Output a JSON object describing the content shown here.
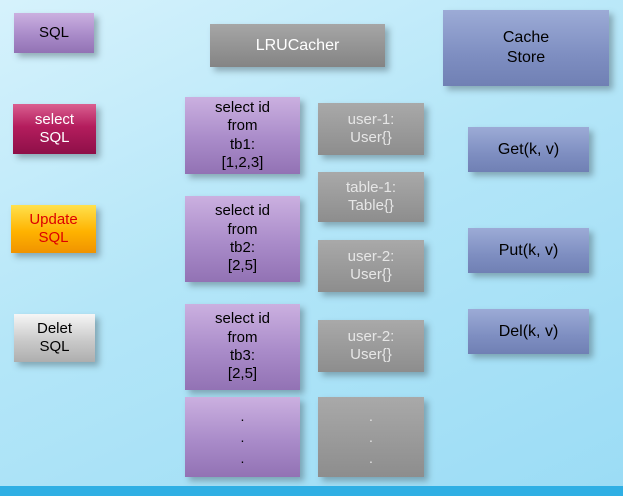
{
  "title": "SQL LRU cache diagram",
  "colors": {
    "background_top": "#d6f2fc",
    "background_bottom": "#9bdcf5",
    "footer_strip": "#2fafe4",
    "purple_box": "#a98bc9",
    "magenta_box": "#b41d5d",
    "orange_box": "#ffb300",
    "silver_box": "#cacaca",
    "gray_box": "#8d8d8d",
    "periwinkle_box": "#7e8ec1"
  },
  "boxes": {
    "sql": "SQL",
    "lru_cacher": "LRUCacher",
    "cache_store": "Cache\nStore",
    "select_sql": "select\nSQL",
    "update_sql": "Update\nSQL",
    "delete_sql": "Delet\nSQL"
  },
  "queries": [
    "select id\nfrom\ntb1:\n[1,2,3]",
    "select id\nfrom\ntb2:\n[2,5]",
    "select id\nfrom\ntb3:\n[2,5]",
    ".\n.\n."
  ],
  "cache_entries": [
    "user-1:\nUser{}",
    "table-1:\nTable{}",
    "user-2:\nUser{}",
    "user-2:\nUser{}",
    ".\n.\n."
  ],
  "operations": [
    "Get(k, v)",
    "Put(k, v)",
    "Del(k, v)"
  ]
}
